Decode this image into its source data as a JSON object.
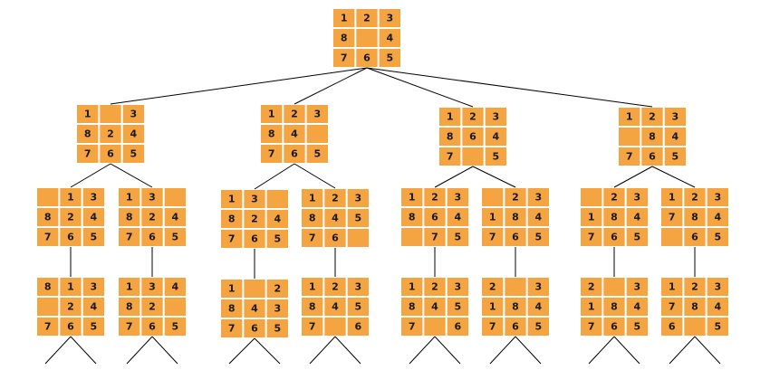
{
  "colors": {
    "tile": "#F5A442",
    "line": "#000000",
    "background": "#FFFFFF",
    "text": "#1a1a1a"
  },
  "root": [
    [
      "1",
      "2",
      "3"
    ],
    [
      "8",
      "",
      "4"
    ],
    [
      "7",
      "6",
      "5"
    ]
  ],
  "level1": [
    [
      [
        "1",
        "",
        "3"
      ],
      [
        "8",
        "2",
        "4"
      ],
      [
        "7",
        "6",
        "5"
      ]
    ],
    [
      [
        "1",
        "2",
        "3"
      ],
      [
        "8",
        "4",
        ""
      ],
      [
        "7",
        "6",
        "5"
      ]
    ],
    [
      [
        "1",
        "2",
        "3"
      ],
      [
        "8",
        "6",
        "4"
      ],
      [
        "7",
        "",
        "5"
      ]
    ],
    [
      [
        "1",
        "2",
        "3"
      ],
      [
        "",
        "8",
        "4"
      ],
      [
        "7",
        "6",
        "5"
      ]
    ]
  ],
  "level2": [
    [
      [
        "",
        "1",
        "3"
      ],
      [
        "8",
        "2",
        "4"
      ],
      [
        "7",
        "6",
        "5"
      ]
    ],
    [
      [
        "1",
        "3",
        ""
      ],
      [
        "8",
        "2",
        "4"
      ],
      [
        "7",
        "6",
        "5"
      ]
    ],
    [
      [
        "1",
        "3",
        ""
      ],
      [
        "8",
        "2",
        "4"
      ],
      [
        "7",
        "6",
        "5"
      ]
    ],
    [
      [
        "1",
        "2",
        "3"
      ],
      [
        "8",
        "4",
        "5"
      ],
      [
        "7",
        "6",
        ""
      ]
    ],
    [
      [
        "1",
        "2",
        "3"
      ],
      [
        "8",
        "6",
        "4"
      ],
      [
        "",
        "7",
        "5"
      ]
    ],
    [
      [
        "",
        "2",
        "3"
      ],
      [
        "1",
        "8",
        "4"
      ],
      [
        "7",
        "6",
        "5"
      ]
    ],
    [
      [
        "",
        "2",
        "3"
      ],
      [
        "1",
        "8",
        "4"
      ],
      [
        "7",
        "6",
        "5"
      ]
    ],
    [
      [
        "1",
        "2",
        "3"
      ],
      [
        "7",
        "8",
        "4"
      ],
      [
        "",
        "6",
        "5"
      ]
    ]
  ],
  "level3": [
    [
      [
        "8",
        "1",
        "3"
      ],
      [
        "",
        "2",
        "4"
      ],
      [
        "7",
        "6",
        "5"
      ]
    ],
    [
      [
        "1",
        "3",
        "4"
      ],
      [
        "8",
        "2",
        ""
      ],
      [
        "7",
        "6",
        "5"
      ]
    ],
    [
      [
        "1",
        "",
        "2"
      ],
      [
        "8",
        "4",
        "3"
      ],
      [
        "7",
        "6",
        "5"
      ]
    ],
    [
      [
        "1",
        "2",
        "3"
      ],
      [
        "8",
        "4",
        "5"
      ],
      [
        "7",
        "",
        "6"
      ]
    ],
    [
      [
        "1",
        "2",
        "3"
      ],
      [
        "8",
        "4",
        "5"
      ],
      [
        "7",
        "",
        "6"
      ]
    ],
    [
      [
        "2",
        "",
        "3"
      ],
      [
        "1",
        "8",
        "4"
      ],
      [
        "7",
        "6",
        "5"
      ]
    ],
    [
      [
        "2",
        "",
        "3"
      ],
      [
        "1",
        "8",
        "4"
      ],
      [
        "7",
        "6",
        "5"
      ]
    ],
    [
      [
        "1",
        "2",
        "3"
      ],
      [
        "7",
        "8",
        "4"
      ],
      [
        "6",
        "",
        "5"
      ]
    ]
  ]
}
